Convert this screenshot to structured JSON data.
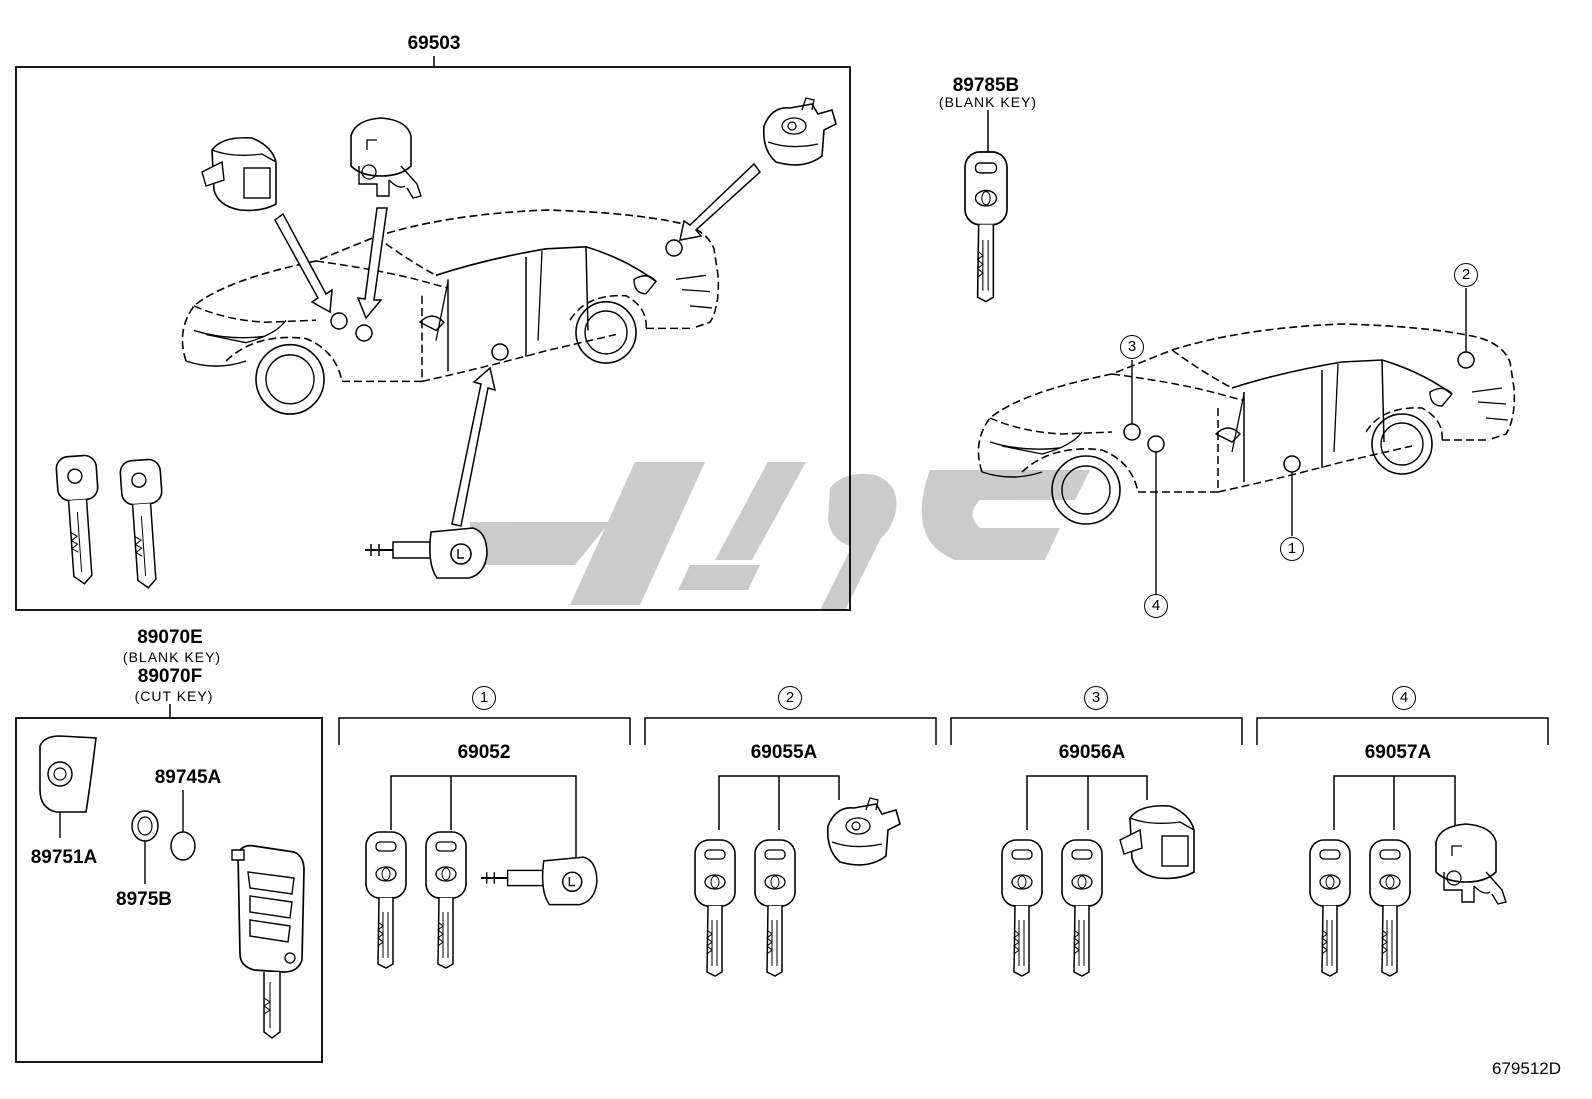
{
  "main_assembly": {
    "part_number": "69503"
  },
  "blank_key_top": {
    "part_number": "89785B",
    "note": "(BLANK KEY)"
  },
  "remote_key": {
    "part_number_1": "89070E",
    "note_1": "(BLANK KEY)",
    "part_number_2": "89070F",
    "note_2": "(CUT KEY)",
    "parts": [
      {
        "part_number": "89745A"
      },
      {
        "part_number": "89751A"
      },
      {
        "part_number": "8975B"
      }
    ]
  },
  "location_markers": [
    "1",
    "2",
    "3",
    "4"
  ],
  "lock_sets": [
    {
      "marker": "1",
      "part_number": "69052"
    },
    {
      "marker": "2",
      "part_number": "69055A"
    },
    {
      "marker": "3",
      "part_number": "69056A"
    },
    {
      "marker": "4",
      "part_number": "69057A"
    }
  ],
  "illustration_code": "679512D"
}
